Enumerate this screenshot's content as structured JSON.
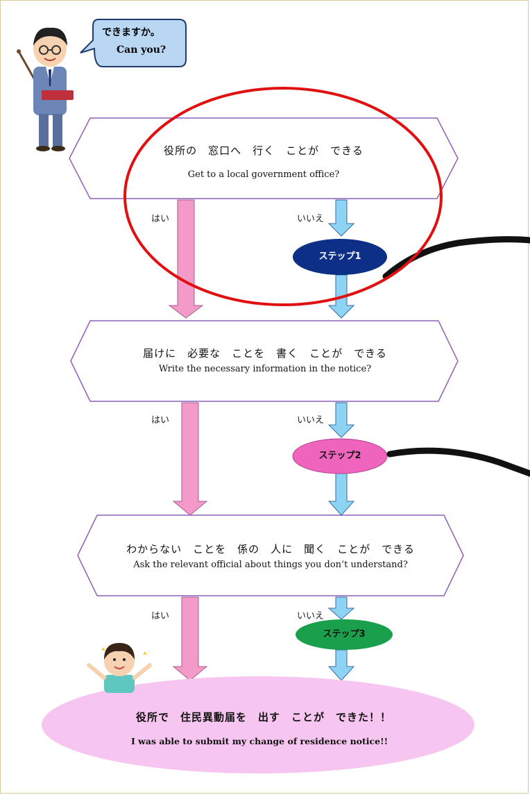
{
  "colors": {
    "pink_arrow": "#f39ac8",
    "blue_arrow": "#8dd3f3",
    "box_border": "#8e5fb8",
    "step1": "#0d2f86",
    "step2": "#ef64bd",
    "step3": "#1aa04c",
    "goal": "#f7c6f0",
    "red_circle": "#e01010"
  },
  "speech_bubble": {
    "jp": "できますか。",
    "en": "Can you?"
  },
  "questions": [
    {
      "jp": "役所の　窓口へ　行く　ことが　できる",
      "en": "Get to a local government office?"
    },
    {
      "jp": "届けに　必要な　ことを　書く　ことが　できる",
      "en": "Write the necessary information in the notice?"
    },
    {
      "jp": "わからない　ことを　係の　人に　聞く　ことが　できる",
      "en": "Ask the relevant official about things you don’t understand?"
    }
  ],
  "yes_label": "はい",
  "no_label": "いいえ",
  "steps": [
    "ステップ1",
    "ステップ2",
    "ステップ3"
  ],
  "goal": {
    "jp": "役所で　住民異動届を　出す　ことが　できた！！",
    "en": "I was able to submit my change of residence notice!!"
  }
}
